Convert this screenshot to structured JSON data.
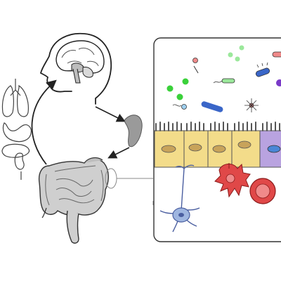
{
  "figure": {
    "left_panel": {
      "elements": [
        "head-with-brain",
        "lungs",
        "stomach",
        "liver",
        "kidney",
        "intestine",
        "colon-segment"
      ],
      "arrows": [
        "intestine-to-brain",
        "brain-to-colon-segment",
        "colon-segment-to-intestine"
      ]
    },
    "inset_panel": {
      "elements": [
        "microbiota",
        "epithelial-layer",
        "enteroendocrine-cell",
        "enteric-neuron",
        "immune-cell",
        "neuron"
      ]
    },
    "colors": {
      "outline": "#222222",
      "organ_fill": "#cfcfcf",
      "colon_fill": "#9a9a9a",
      "brain_fill": "#bdbdbd",
      "epithelium": "#f3dc8a",
      "epithelium_nucleus": "#c8a35a",
      "goblet_purple": "#b9a3e0",
      "goblet_nucleus": "#4a86d6",
      "immune_red": "#e04848",
      "neuron_blue": "#9fb6e0",
      "bacteria_green": "#3ad13a",
      "bacteria_light_green": "#9be89b",
      "bacteria_blue": "#3a66c8",
      "bacteria_purple": "#7a3ac8",
      "bacteria_pink": "#e07a7a",
      "bacteria_salmon": "#f08a8a"
    }
  }
}
